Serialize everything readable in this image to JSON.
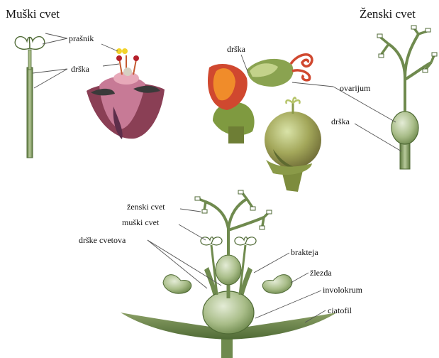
{
  "titles": {
    "male": "Muški cvet",
    "female": "Ženski cvet"
  },
  "labels": {
    "prasnik": "prašnik",
    "drska_male": "drška",
    "drska_photo": "drška",
    "ovarijum": "ovarijum",
    "drska_female": "drška",
    "zenski_cvet": "ženski cvet",
    "muski_cvet": "muški cvet",
    "drske_cvetova": "drške cvetova",
    "brakteja": "brakteja",
    "zlezda": "žlezda",
    "involokrum": "involokrum",
    "ciatofil": "ciatofil"
  },
  "colors": {
    "stem": "#6f8a4e",
    "stem_dark": "#4f6a35",
    "bulb": "#9db27c",
    "photo_red": "#d0482f",
    "photo_green": "#8aa350"
  }
}
